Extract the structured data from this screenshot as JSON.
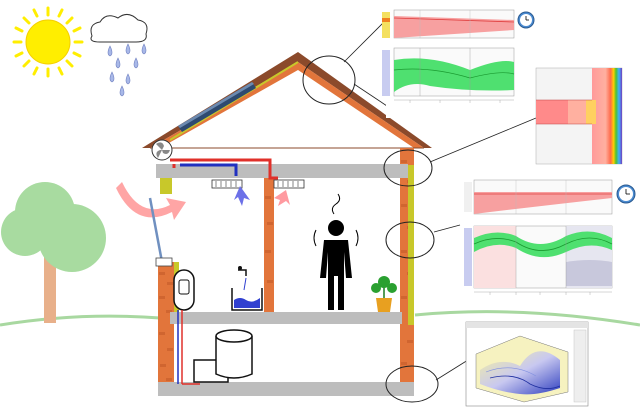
{
  "colors": {
    "sun": "#ffee00",
    "roof": "#8b4a2b",
    "brick": "#e2753b",
    "insulation": "#c8c82a",
    "floor": "#bdbdbd",
    "warm_air": "#ff9aa0",
    "hot_pipe": "#e0302a",
    "cold_pipe": "#2030c0",
    "plot_red": "#f07070",
    "plot_green": "#2ec84a",
    "tree": "#a8dba0",
    "trunk": "#e8b08a"
  },
  "icons": [
    "sun-icon",
    "rain-cloud-icon",
    "tree-icon",
    "person-icon",
    "plant-icon",
    "clock-icon",
    "faucet-icon",
    "boiler-icon",
    "water-heater-icon",
    "fan-icon",
    "solar-panel-icon"
  ],
  "panels": [
    {
      "name": "roof-simulation-panel",
      "plots": [
        "temperature-profile-plot",
        "moisture-profile-plot"
      ],
      "has_clock": true
    },
    {
      "name": "wall-gradient-panel",
      "plots": [
        "wall-cross-section-gradient"
      ],
      "has_clock": false
    },
    {
      "name": "wall-simulation-panel",
      "plots": [
        "temperature-profile-plot",
        "moisture-profile-plot"
      ],
      "has_clock": true
    },
    {
      "name": "foundation-3d-panel",
      "plots": [
        "3d-thermal-surface-plot"
      ],
      "has_clock": false
    }
  ]
}
